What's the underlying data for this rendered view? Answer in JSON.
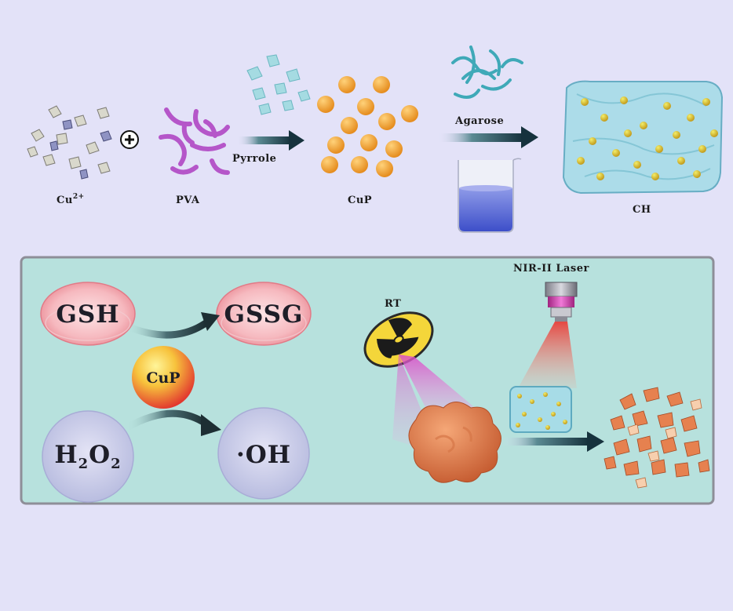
{
  "labels": {
    "cu2": "Cu",
    "cu2_sup": "2+",
    "pva": "PVA",
    "pyrrole": "Pyrrole",
    "cup_top": "CuP",
    "agarose": "Agarose",
    "ch": "CH",
    "gsh": "GSH",
    "gssg": "GSSG",
    "cup_mid": "CuP",
    "h2o2_h": "H",
    "h2o2_2a": "2",
    "h2o2_o": "O",
    "h2o2_2b": "2",
    "oh": "·OH",
    "rt": "RT",
    "laser": "NIR-II Laser"
  },
  "colors": {
    "background": "#e3e2f8",
    "panel_fill": "#b7e1dd",
    "panel_border": "#8e8e98",
    "arrow": "#16323d",
    "nanoparticle": "#f4a231",
    "hydrogel": "#a7dce8",
    "gsh_pink": "#f3a9b0",
    "h2o2_lilac": "#cdcfe9",
    "laser_red": "#e8403a",
    "rt_beam": "#d94bc8",
    "tumor": "#e6814f",
    "pva_violet": "#b556c9"
  },
  "icons": [
    "cu2-cluster-icon",
    "plus-icon",
    "pva-strands-icon",
    "pyrrole-cluster-icon",
    "cup-nanoparticles-icon",
    "agarose-strands-icon",
    "beaker-icon",
    "hydrogel-block-icon",
    "gsh-disc-icon",
    "gssg-disc-icon",
    "cup-sphere-icon",
    "h2o2-disc-icon",
    "oh-disc-icon",
    "radiation-symbol-icon",
    "laser-emitter-icon",
    "tumor-icon",
    "hydrogel-implant-icon",
    "tumor-fragments-icon"
  ]
}
